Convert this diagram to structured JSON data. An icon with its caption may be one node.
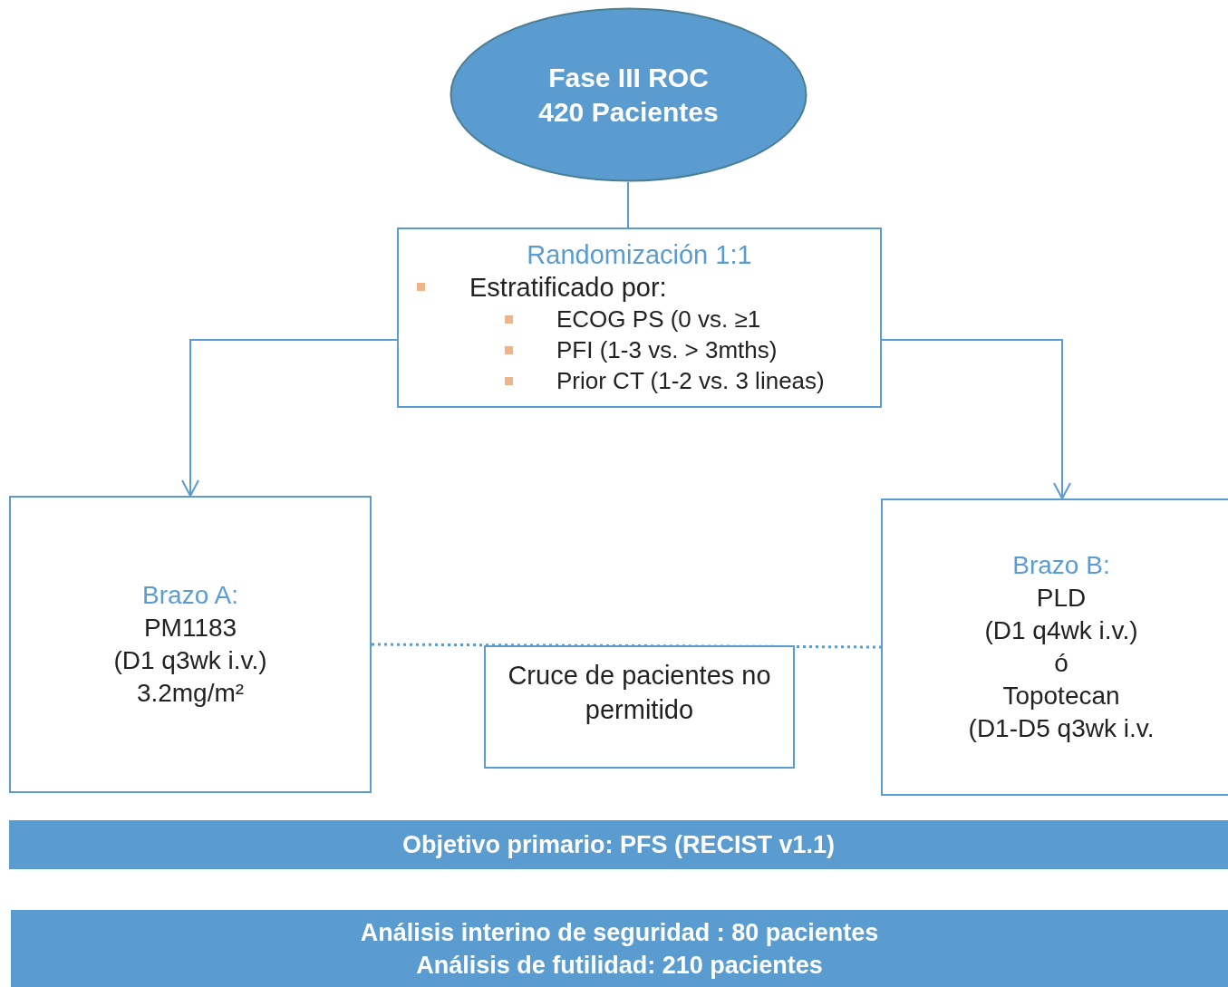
{
  "diagram": {
    "nodes": [
      {
        "text": [
          "Fase III ROC 420 Pacientes"
        ]
      },
      {
        "text": [
          "Randomización 1:1",
          "Estratificado por:",
          "ECOG PS (0 vs. ≥1",
          "PFI (1-3 vs. > 3mths)",
          "Prior CT (1-2 vs. 3 lineas)"
        ]
      },
      {
        "text": [
          "Brazo A:",
          "PM1183",
          "(D1 q3wk i.v.)",
          "3.2mg/m²"
        ]
      },
      {
        "text": [
          "Cruce de pacientes no permitido"
        ]
      },
      {
        "text": [
          "Brazo B:",
          "PLD",
          "(D1 q4wk i.v.)",
          "ó",
          "Topotecan",
          "(D1-D5 q3wk i.v."
        ]
      },
      {
        "text": [
          "Objetivo primario: PFS (RECIST v1.1)"
        ]
      },
      {
        "text": [
          "Análisis interino de seguridad : 80 pacientes",
          "Análisis de futilidad: 210 pacientes"
        ]
      }
    ],
    "edges": [
      {
        "from": 0,
        "to": 1,
        "arrow": "none"
      },
      {
        "from": 1,
        "to": 2,
        "arrow": "to"
      },
      {
        "from": 1,
        "to": 4,
        "arrow": "to"
      },
      {
        "from": 2,
        "to": 4,
        "arrow": "none",
        "style": "dashed"
      }
    ]
  }
}
